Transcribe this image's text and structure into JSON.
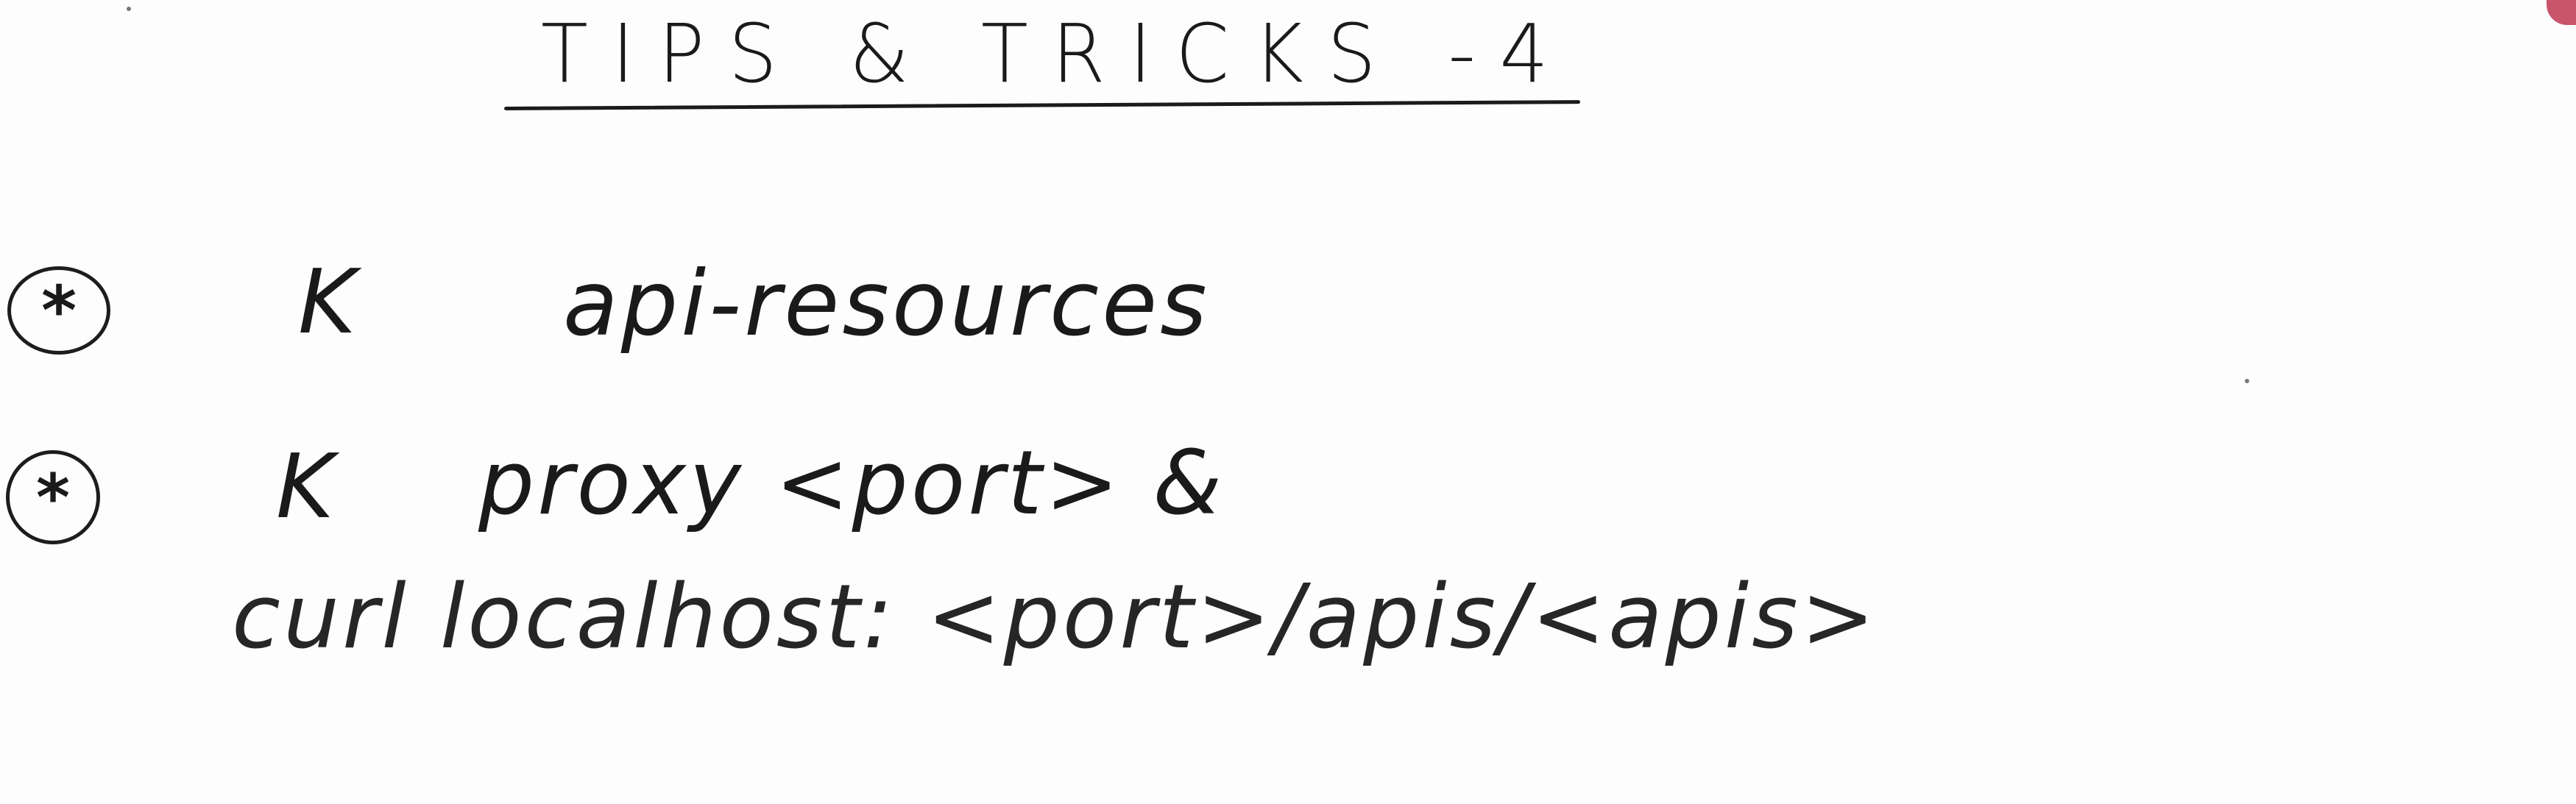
{
  "note": {
    "title": "TIPS & TRICKS -4",
    "items": [
      {
        "bullet": "*",
        "command_prefix": "K",
        "lines": [
          "api-resources"
        ]
      },
      {
        "bullet": "*",
        "command_prefix": "K",
        "lines": [
          "proxy <port> &",
          "curl localhost: <port>/apis/<apis>"
        ]
      }
    ]
  },
  "colors": {
    "ink": "#1a1a1a",
    "paper": "#fdfdfd",
    "corner_mark": "#c2425a"
  }
}
